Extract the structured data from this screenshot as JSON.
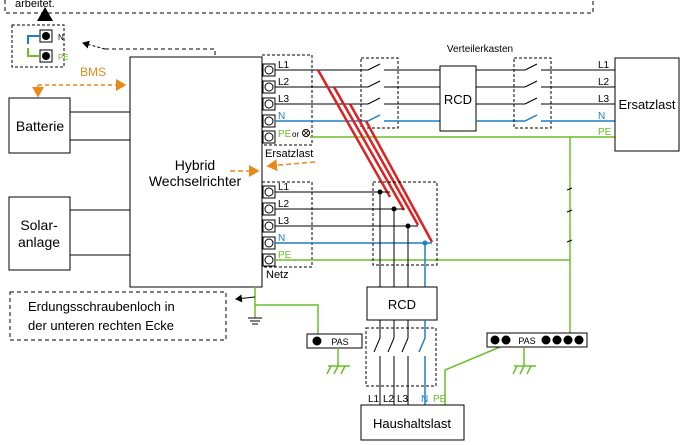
{
  "top_note": "arbeitet.",
  "bms_label": "BMS",
  "battery_label": "Batterie",
  "solar_label_line1": "Solar-",
  "solar_label_line2": "anlage",
  "inverter_label_line1": "Hybrid",
  "inverter_label_line2": "Wechselrichter",
  "small_terminal": {
    "n": "N",
    "pe": "PE"
  },
  "backup_terminals": [
    "L1",
    "L2",
    "L3",
    "N",
    "PE"
  ],
  "pe_or_symbol": "or",
  "backup_group_label": "Ersatzlast",
  "grid_terminals": [
    "L1",
    "L2",
    "L3",
    "N",
    "PE"
  ],
  "grid_group_label": "Netz",
  "distribution_box_label": "Verteilerkasten",
  "rcd_label": "RCD",
  "backup_load_label": "Ersatzlast",
  "backup_load_lines": [
    "L1",
    "L2",
    "L3",
    "N",
    "PE"
  ],
  "ground_note_line1": "Erdungsschraubenloch in",
  "ground_note_line2": "der unteren rechten Ecke",
  "pas_label": "PAS",
  "household_rcd_label": "RCD",
  "household_lines": [
    "L1",
    "L2",
    "L3",
    "N",
    "PE"
  ],
  "household_load_label": "Haushaltslast",
  "colors": {
    "line": "#000000",
    "neutral": "#1f7fc4",
    "pe": "#6cbf2a",
    "bms": "#e8891a",
    "grid_phase": "#e02020"
  }
}
